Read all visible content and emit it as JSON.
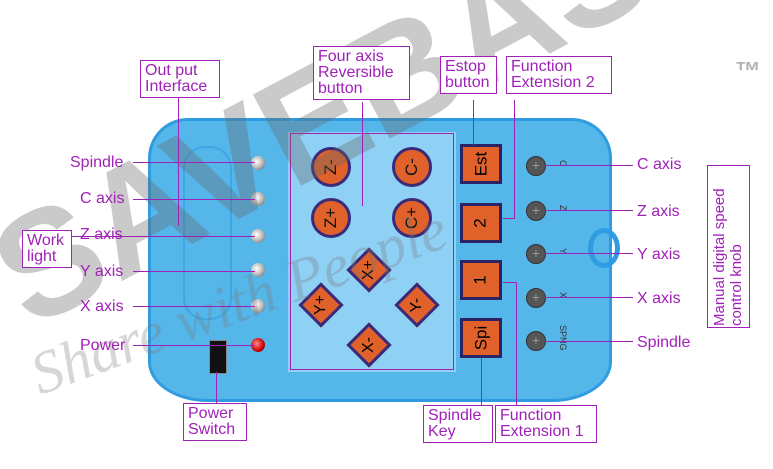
{
  "watermark": {
    "brand": "SAVEBASE™",
    "tagline": "Share with People"
  },
  "buttons": {
    "z_minus": "Z-",
    "c_minus": "C-",
    "z_plus": "Z+",
    "c_plus": "C+",
    "x_plus": "X+",
    "y_plus": "Y+",
    "y_minus": "Y-",
    "x_minus": "X-",
    "estop": "Est",
    "func2": "2",
    "func1": "1",
    "spindle": "Spi"
  },
  "knob_labels": [
    "C",
    "Z",
    "Y",
    "X",
    "SPNG"
  ],
  "labels": {
    "output_interface": "Out put Interface",
    "four_axis": "Four axis Reversible button",
    "estop": "Estop button",
    "func_ext2": "Function Extension 2",
    "left_spindle": "Spindle",
    "left_c": "C axis",
    "work_light": "Work light",
    "left_z": "Z axis",
    "left_y": "Y axis",
    "left_x": "X axis",
    "power": "Power",
    "power_switch": "Power Switch",
    "spindle_key": "Spindle Key",
    "func_ext1": "Function Extension 1",
    "right_c": "C axis",
    "right_z": "Z axis",
    "right_y": "Y axis",
    "right_x": "X axis",
    "right_spindle": "Spindle",
    "knob": "Manual digital speed control knob"
  }
}
